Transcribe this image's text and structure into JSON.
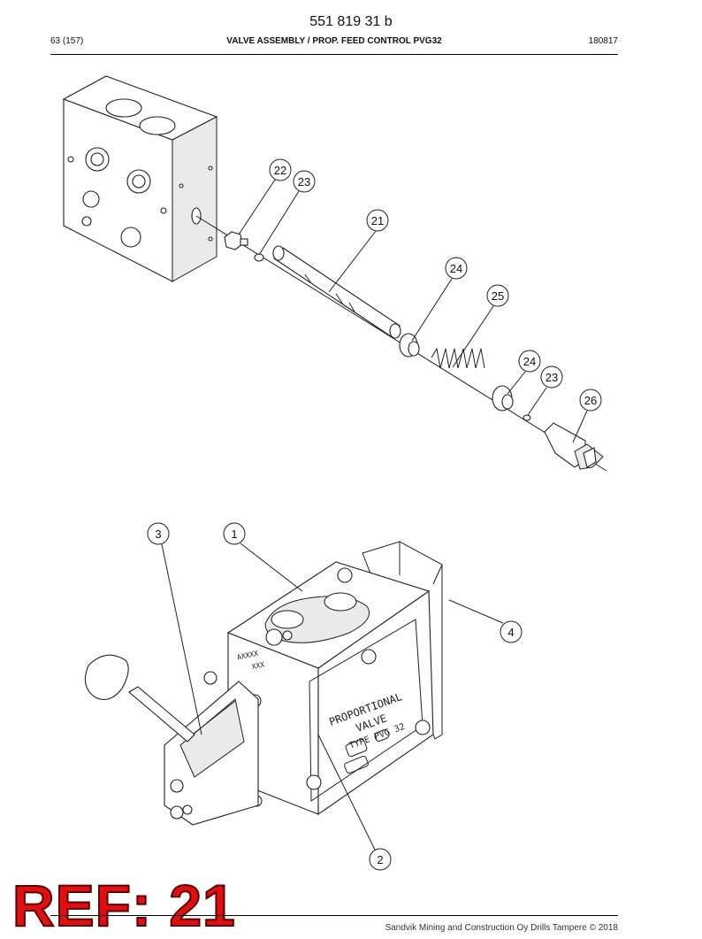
{
  "document": {
    "number": "551 819 31 b",
    "page": "63 (157)",
    "title": "VALVE ASSEMBLY / PROP. FEED CONTROL PVG32",
    "date": "180817"
  },
  "callouts": {
    "c22": "22",
    "c23a": "23",
    "c21": "21",
    "c24a": "24",
    "c25": "25",
    "c24b": "24",
    "c23b": "23",
    "c26": "26",
    "c3": "3",
    "c1": "1",
    "c4": "4",
    "c2": "2"
  },
  "valve_marking": {
    "line1": "PROPORTIONAL",
    "line2": "VALVE",
    "line3": "TYPE PVG 32",
    "code1": "AXXXX",
    "code2": "XXX"
  },
  "stamp": {
    "text": "REF: 21",
    "color": "#e01010"
  },
  "footer": {
    "copyright": "Sandvik Mining and Construction Oy Drills Tampere © 2018"
  }
}
